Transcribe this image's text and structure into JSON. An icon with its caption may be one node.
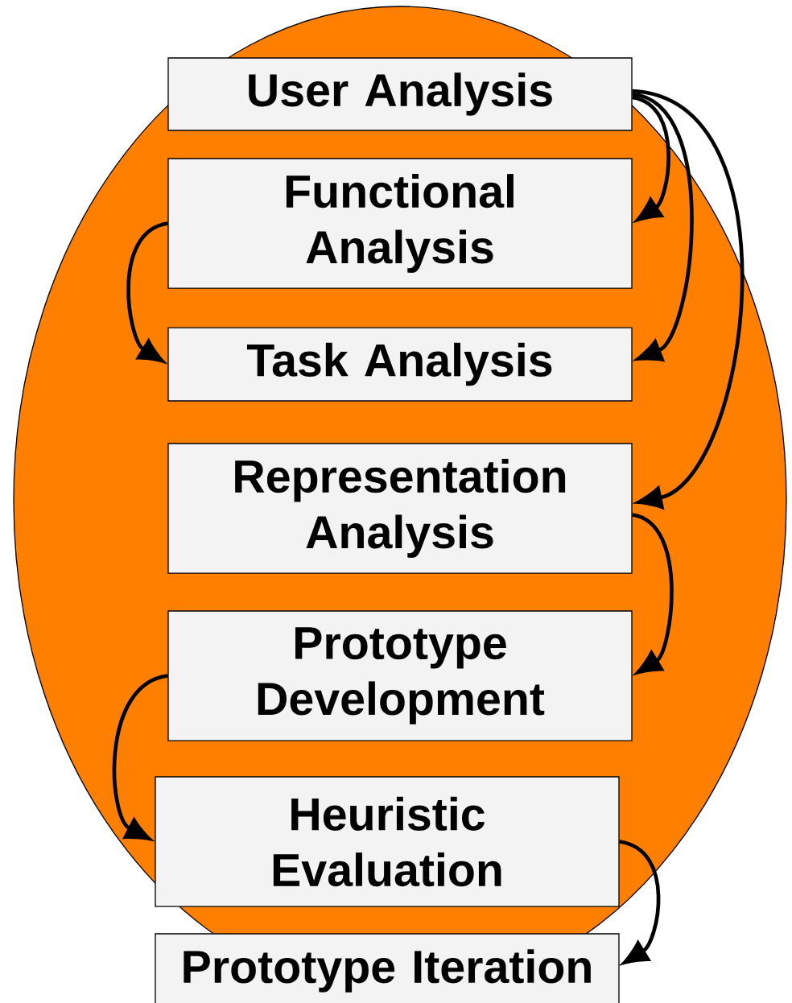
{
  "diagram": {
    "nodes": [
      {
        "text": [
          "User Analysis"
        ]
      },
      {
        "text": [
          "Functional Analysis"
        ]
      },
      {
        "text": [
          "Task Analysis"
        ]
      },
      {
        "text": [
          "Representation Analysis"
        ]
      },
      {
        "text": [
          "Prototype Development"
        ]
      },
      {
        "text": [
          "Heuristic Evaluation"
        ]
      },
      {
        "text": [
          "Prototype Iteration"
        ]
      }
    ],
    "edges": [
      {
        "from": 0,
        "to": 1,
        "arrow": "to"
      },
      {
        "from": 0,
        "to": 2,
        "arrow": "to"
      },
      {
        "from": 0,
        "to": 3,
        "arrow": "to"
      },
      {
        "from": 1,
        "to": 2,
        "arrow": "to"
      },
      {
        "from": 3,
        "to": 4,
        "arrow": "to"
      },
      {
        "from": 4,
        "to": 5,
        "arrow": "to"
      },
      {
        "from": 5,
        "to": 6,
        "arrow": "to"
      }
    ]
  }
}
